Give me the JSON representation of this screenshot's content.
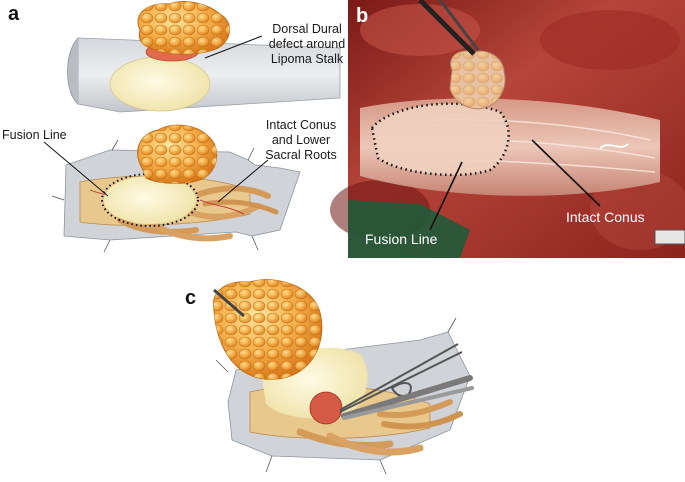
{
  "panels": {
    "a": {
      "letter": "a",
      "labels": {
        "dorsal_defect": [
          "Dorsal Dural",
          "defect around",
          "Lipoma Stalk"
        ],
        "fusion_line": "Fusion Line",
        "intact_conus": [
          "Intact Conus",
          "and Lower",
          "Sacral Roots"
        ]
      }
    },
    "b": {
      "letter": "b",
      "labels": {
        "fusion_line": "Fusion Line",
        "intact_conus": "Intact Conus"
      }
    },
    "c": {
      "letter": "c"
    }
  },
  "colors": {
    "lipoma_orange": "#f0a03a",
    "lipoma_highlight": "#fbd27a",
    "placode_cream": "#f7f0c8",
    "dura_gray": "#c9ccd1",
    "root_tan": "#d9a262",
    "photo_red": "#a8322c"
  }
}
